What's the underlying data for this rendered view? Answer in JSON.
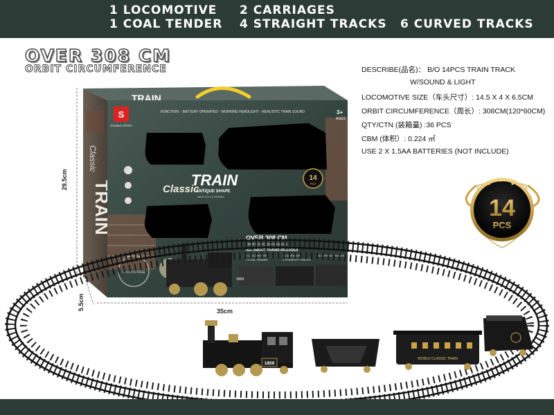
{
  "banner": {
    "line1": [
      "1 LOCOMOTIVE",
      "2 CARRIAGES"
    ],
    "line2": [
      "1 COAL TENDER",
      "4 STRAIGHT TRACKS",
      "6 CURVED TRACKS"
    ]
  },
  "headline": {
    "title": "OVER 308 CM",
    "subtitle": "ORBIT CIRCUMFERENCE"
  },
  "specs": [
    "DESCRIBE(品名)： B/O 14PCS TRAIN  TRACK",
    "W/SOUND & LIGHT",
    "LOCOMOTIVE SIZE（车头尺寸）: 14.5 X 4 X 6.5CM",
    "ORBIT CIRCUMFERENCE（周长）: 308CM(120*60CM)",
    "QTY/CTN (装箱量) :36 PCS",
    "CBM  (体积）: 0.224 ㎥",
    "USE 2 X 1.5AA  BATTERIES (NOT INCLUDE)"
  ],
  "dimensions": {
    "height": "29.5cm",
    "depth": "5.5cm",
    "width": "35cm"
  },
  "badge": {
    "number": "14",
    "unit": "PCS"
  },
  "box": {
    "brand": "DOUBLE SPEED",
    "top_logo": "TRAIN",
    "side_logo": "TRAIN",
    "side_sub": "Classic",
    "function_text": "FUNCTION:  ◦ BATTERY OPERATED  ◦ WORKING HEADLIGHT  ◦ REALISTIC TRAIN SOUND",
    "age": "3+",
    "age_unit": "AGES",
    "logo_script": "Classic",
    "logo_main": "TRAIN",
    "logo_sub": "ANTIQUE SHAPE",
    "logo_tag": "NEW STYLE SERIES",
    "pcs_badge": "14",
    "pcs_badge_unit": "PCS",
    "over_text": "OVER 308 CM",
    "over_sub": "ORBIT CIRCUMFERENCE",
    "includes_title": "ALL ABOUT TRAINS INCLUDES",
    "includes": [
      "1 LOCOMOTIVE",
      "2 CARRIAGES",
      "6 CURVED TRACKS",
      "1 COAL TENDER",
      "4 STRAIGHT TRACKS"
    ],
    "stamp": "C.N.POSTAGE",
    "loco_number": "1859"
  },
  "train": {
    "loco_number": "1859",
    "carriage_text": "WORLD CLASSIC TRAIN"
  }
}
